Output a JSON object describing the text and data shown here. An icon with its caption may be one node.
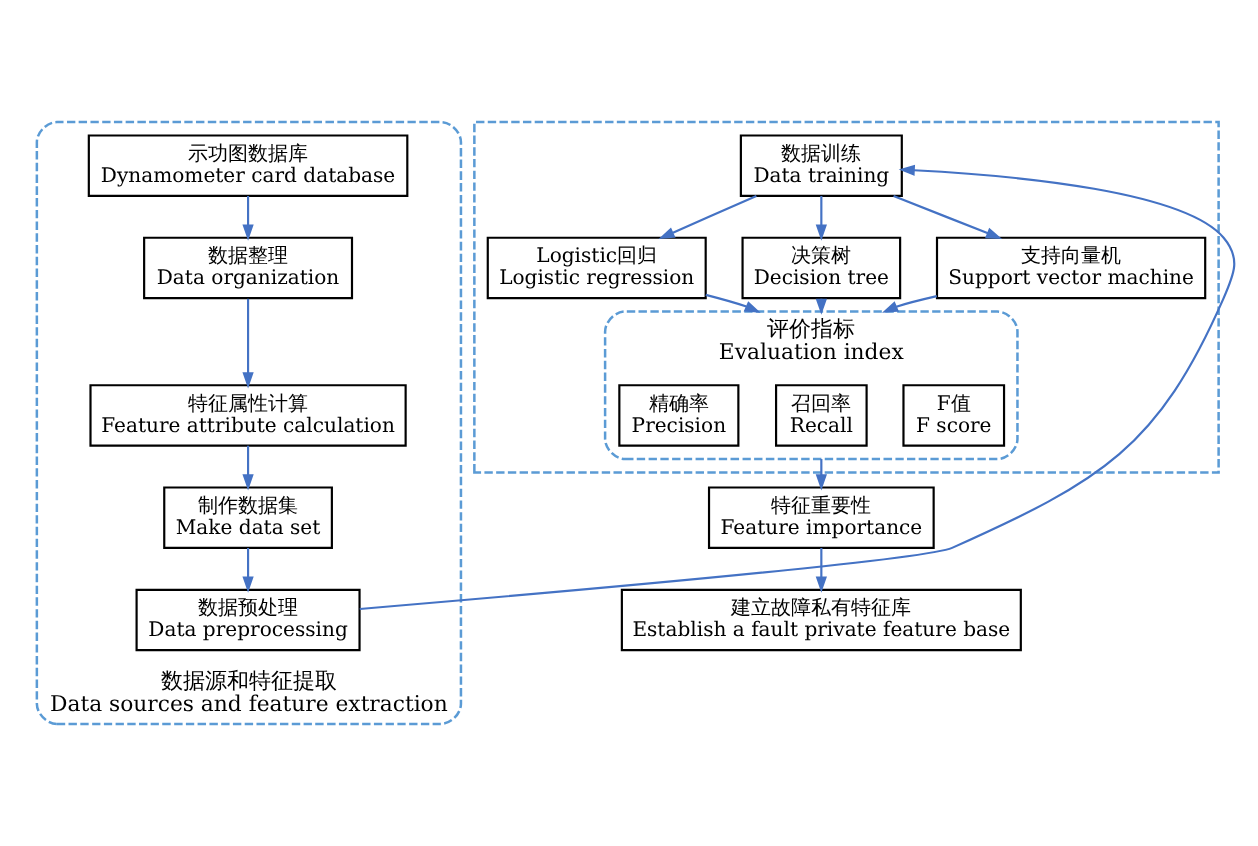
{
  "diagram": {
    "nodes": [
      {
        "text": [
          "数据源和特征提取",
          "Data sources and feature extraction"
        ]
      },
      {
        "text": [
          "示功图数据库",
          "Dynamometer card database"
        ],
        "in": 0
      },
      {
        "text": [
          "数据整理",
          "Data organization"
        ],
        "in": 0
      },
      {
        "text": [
          "特征属性计算",
          "Feature attribute calculation"
        ],
        "in": 0
      },
      {
        "text": [
          "制作数据集",
          "Make data set"
        ],
        "in": 0
      },
      {
        "text": [
          "数据预处理",
          "Data preprocessing"
        ],
        "in": 0
      },
      {
        "text": [],
        "shape": "box"
      },
      {
        "text": [
          "数据训练",
          "Data training"
        ],
        "in": 6
      },
      {
        "text": [
          "Logistic回归",
          "Logistic regression"
        ],
        "in": 6
      },
      {
        "text": [
          "决策树",
          "Decision tree"
        ],
        "in": 6
      },
      {
        "text": [
          "支持向量机",
          "Support vector machine"
        ],
        "in": 6
      },
      {
        "text": [
          "评价指标",
          "Evaluation index"
        ],
        "in": 6
      },
      {
        "text": [
          "精确率",
          "Precision"
        ],
        "in": 11
      },
      {
        "text": [
          "召回率",
          "Recall"
        ],
        "in": 11
      },
      {
        "text": [
          "F值",
          "F score"
        ],
        "in": 11
      },
      {
        "text": [
          "特征重要性",
          "Feature importance"
        ]
      },
      {
        "text": [
          "建立故障私有特征库",
          "Establish a fault private feature base"
        ]
      }
    ],
    "edges": [
      {
        "from": 1,
        "to": 2,
        "arrow": "to"
      },
      {
        "from": 2,
        "to": 3,
        "arrow": "to"
      },
      {
        "from": 3,
        "to": 4,
        "arrow": "to"
      },
      {
        "from": 4,
        "to": 5,
        "arrow": "to"
      },
      {
        "from": 5,
        "to": 7,
        "arrow": "to"
      },
      {
        "from": 7,
        "to": 8,
        "arrow": "to"
      },
      {
        "from": 7,
        "to": 9,
        "arrow": "to"
      },
      {
        "from": 7,
        "to": 10,
        "arrow": "to"
      },
      {
        "from": 8,
        "to": 11,
        "arrow": "to"
      },
      {
        "from": 9,
        "to": 11,
        "arrow": "to"
      },
      {
        "from": 10,
        "to": 11,
        "arrow": "to"
      },
      {
        "from": 11,
        "to": 15,
        "arrow": "to"
      },
      {
        "from": 15,
        "to": 16,
        "arrow": "to"
      }
    ]
  }
}
